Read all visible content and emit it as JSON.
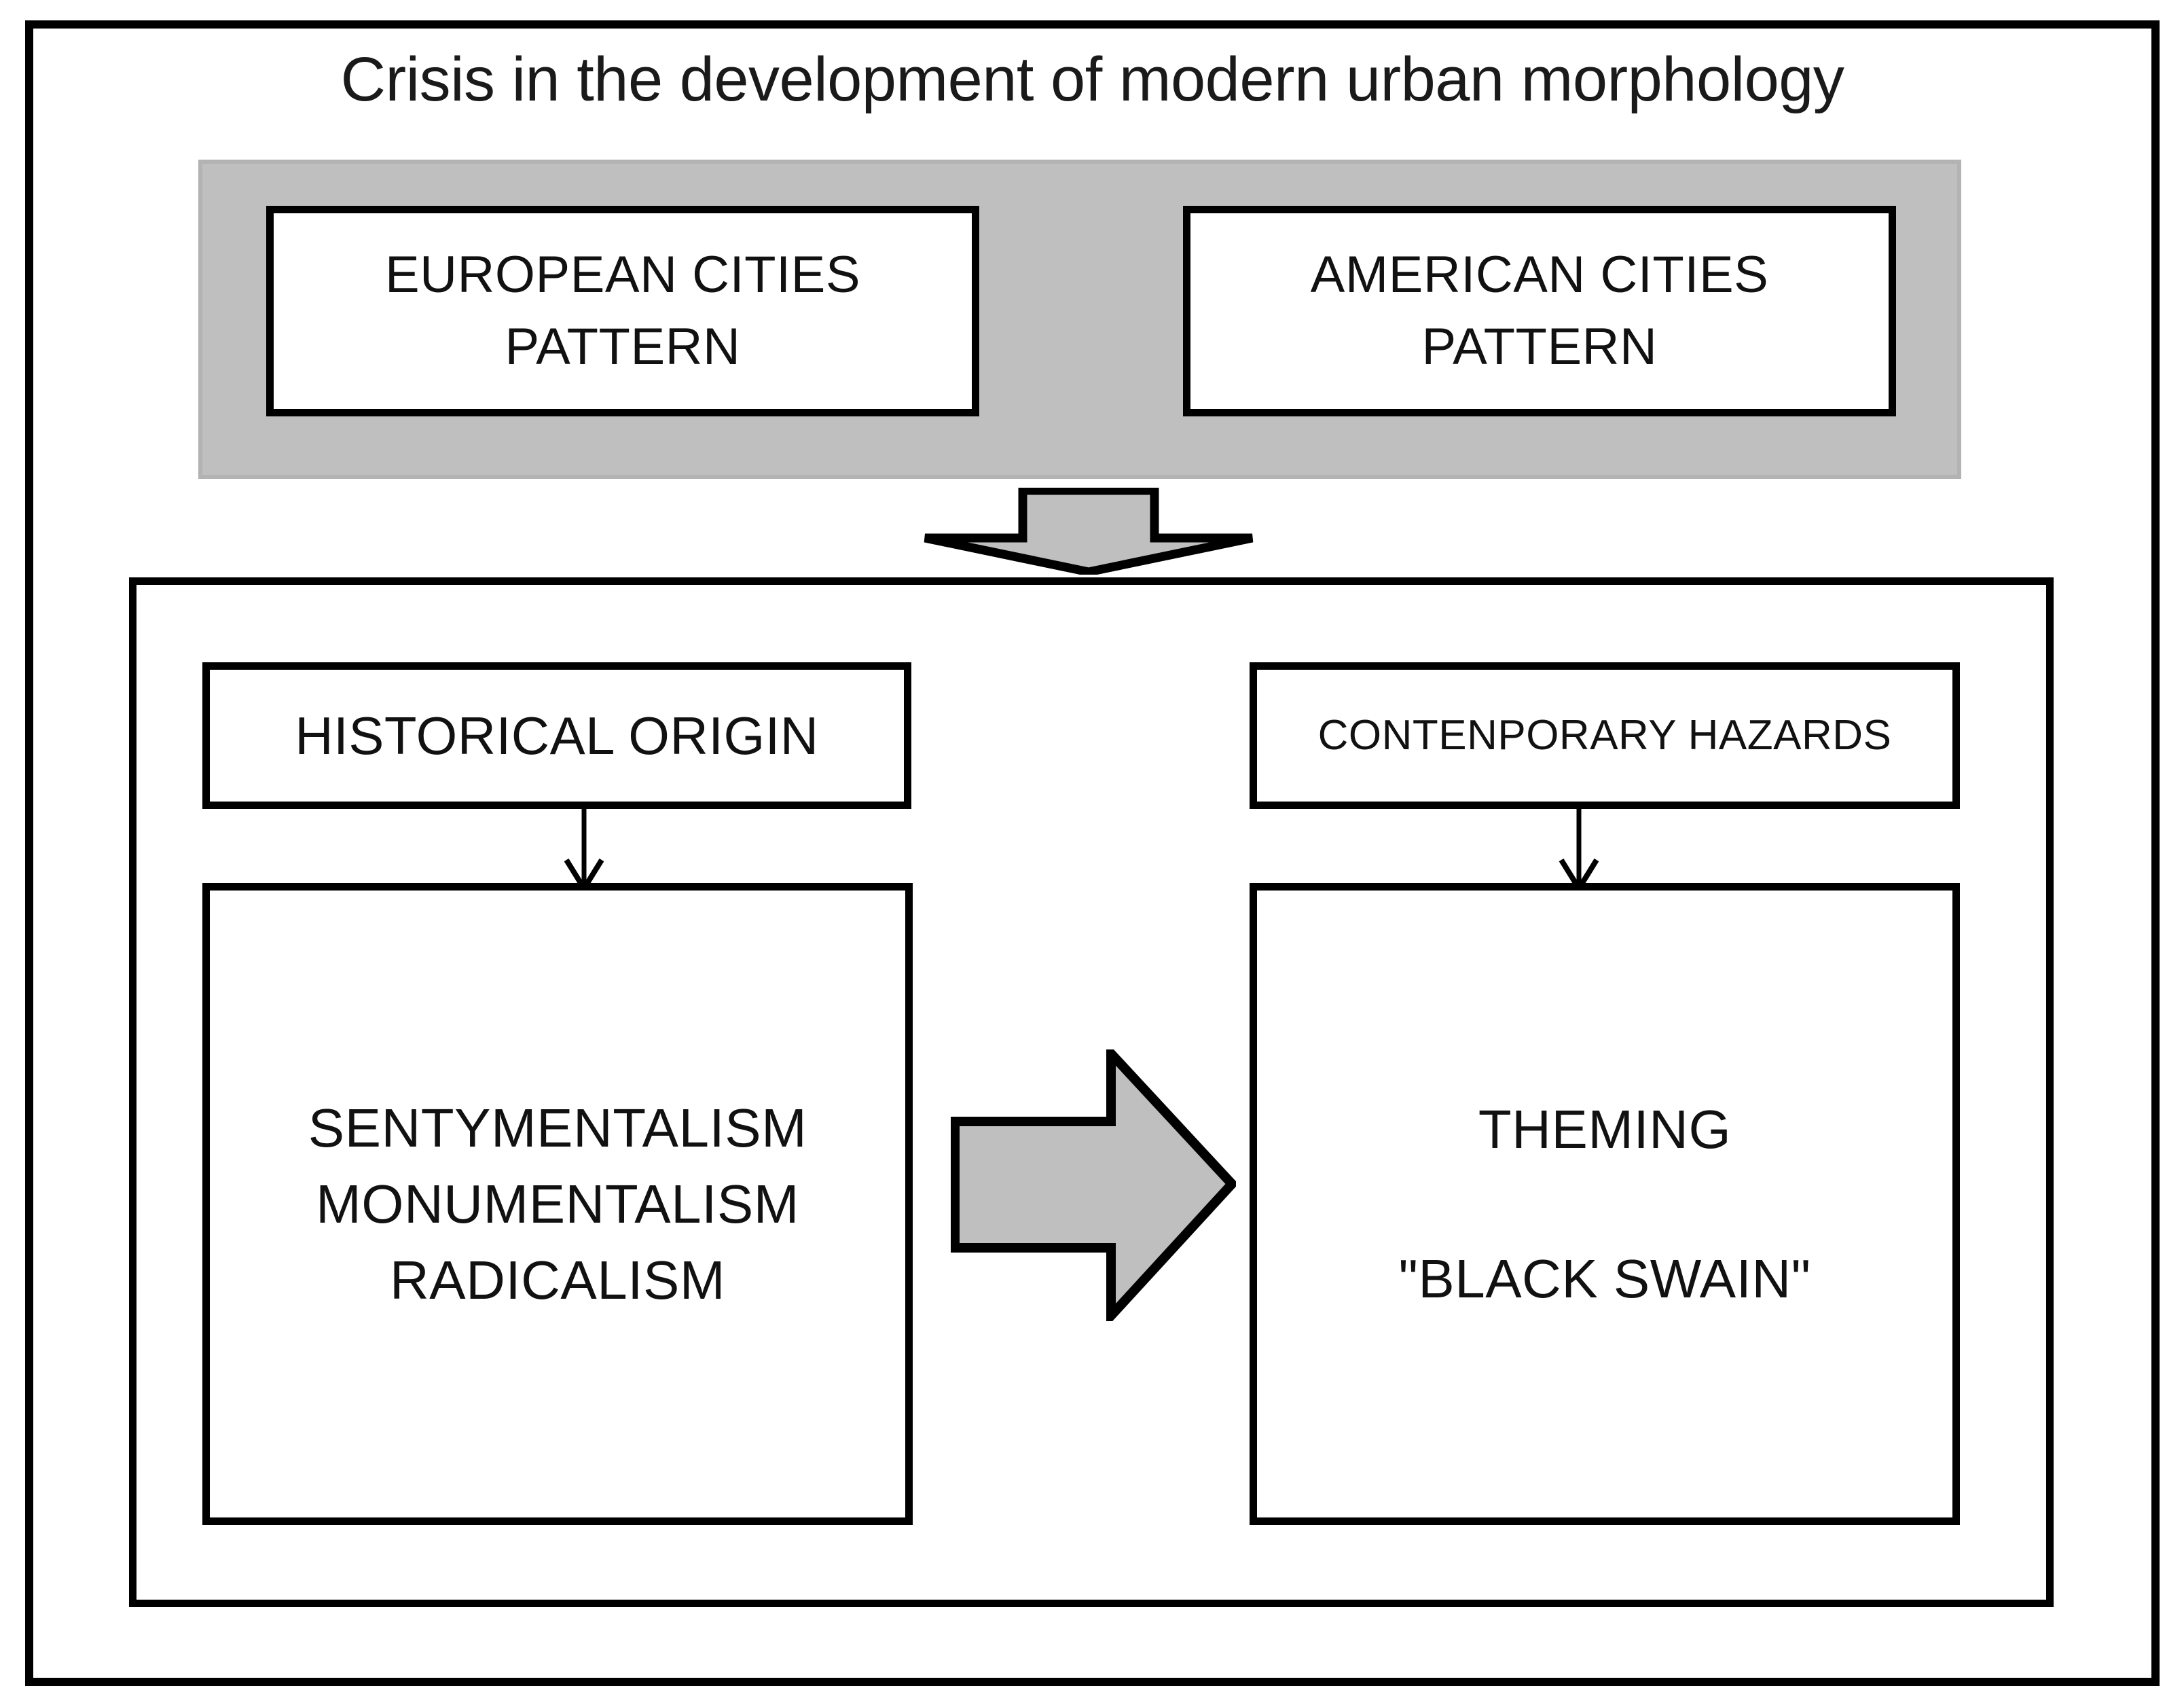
{
  "diagram": {
    "title": "Crisis in the development of modern urban morphology",
    "top_row": {
      "boxes": [
        {
          "name": "european",
          "line1": "EUROPEAN CITIES",
          "line2": "PATTERN"
        },
        {
          "name": "american",
          "line1": "AMERICAN CITIES",
          "line2": "PATTERN"
        }
      ]
    },
    "flow_arrows": {
      "down_block": "down-block-arrow",
      "right_block": "right-block-arrow",
      "thin_left": "thin-down-arrow",
      "thin_right": "thin-down-arrow"
    },
    "bottom_section": {
      "left_column": {
        "label": "HISTORICAL ORIGIN",
        "items": [
          "SENTYMENTALISM",
          "MONUMENTALISM",
          "RADICALISM"
        ]
      },
      "right_column": {
        "label": "CONTENPORARY HAZARDS",
        "item_primary": "THEMING",
        "item_secondary": "\"BLACK SWAIN\""
      }
    }
  },
  "colors": {
    "outline": "#000000",
    "band_fill": "#bfbfbf",
    "arrow_fill": "#bfbfbf",
    "text": "#111111",
    "page_background": "#ffffff"
  }
}
